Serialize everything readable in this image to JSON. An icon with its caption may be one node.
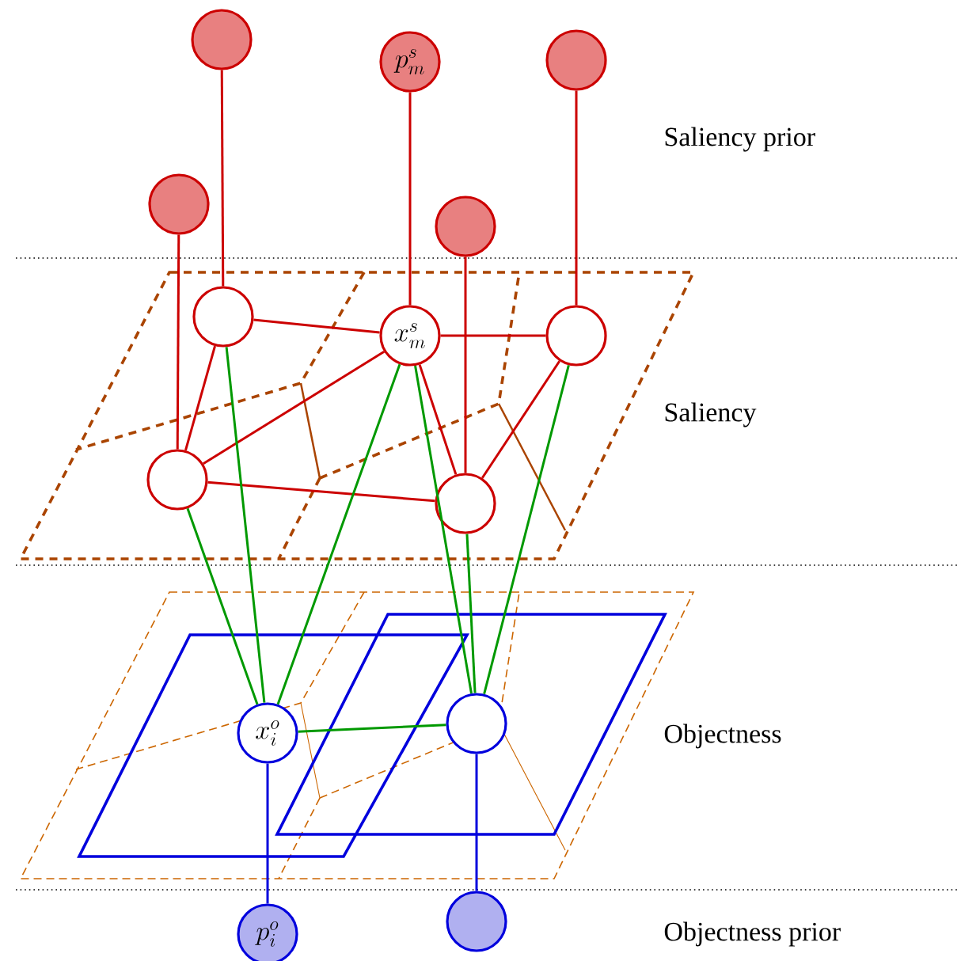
{
  "diagram": {
    "nodes": [
      {
        "text": [],
        "shape": "circle"
      },
      {
        "text": [
          "p_m^s"
        ]
      },
      {
        "text": [],
        "shape": "circle"
      },
      {
        "text": [],
        "shape": "circle"
      },
      {
        "text": [],
        "shape": "circle"
      },
      {
        "text": [],
        "shape": "circle"
      },
      {
        "text": [
          "x_m^s"
        ]
      },
      {
        "text": [],
        "shape": "circle"
      },
      {
        "text": [],
        "shape": "circle"
      },
      {
        "text": [],
        "shape": "circle"
      },
      {
        "text": [
          "x_i^o"
        ]
      },
      {
        "text": [],
        "shape": "circle"
      },
      {
        "text": [
          "p_i^o"
        ]
      },
      {
        "text": [],
        "shape": "circle"
      }
    ],
    "edges": [
      {
        "from": 0,
        "to": 5,
        "arrow": "none"
      },
      {
        "from": 1,
        "to": 6,
        "arrow": "none"
      },
      {
        "from": 2,
        "to": 7,
        "arrow": "none"
      },
      {
        "from": 3,
        "to": 8,
        "arrow": "none"
      },
      {
        "from": 4,
        "to": 9,
        "arrow": "none"
      },
      {
        "from": 5,
        "to": 6,
        "arrow": "none"
      },
      {
        "from": 6,
        "to": 7,
        "arrow": "none"
      },
      {
        "from": 5,
        "to": 8,
        "arrow": "none"
      },
      {
        "from": 6,
        "to": 8,
        "arrow": "none"
      },
      {
        "from": 6,
        "to": 9,
        "arrow": "none"
      },
      {
        "from": 7,
        "to": 9,
        "arrow": "none"
      },
      {
        "from": 8,
        "to": 9,
        "arrow": "none"
      },
      {
        "from": 5,
        "to": 10,
        "arrow": "none",
        "color": "#009900"
      },
      {
        "from": 8,
        "to": 10,
        "arrow": "none",
        "color": "#009900"
      },
      {
        "from": 6,
        "to": 10,
        "arrow": "none",
        "color": "#009900"
      },
      {
        "from": 6,
        "to": 11,
        "arrow": "none",
        "color": "#009900"
      },
      {
        "from": 9,
        "to": 11,
        "arrow": "none",
        "color": "#009900"
      },
      {
        "from": 7,
        "to": 11,
        "arrow": "none",
        "color": "#009900"
      },
      {
        "from": 10,
        "to": 11,
        "arrow": "none",
        "color": "#009900"
      },
      {
        "from": 10,
        "to": 12,
        "arrow": "none",
        "color": "#0000dd"
      },
      {
        "from": 11,
        "to": 13,
        "arrow": "none",
        "color": "#0000dd"
      }
    ],
    "labels": [
      "Saliency prior",
      "Saliency",
      "Objectness",
      "Objectness prior"
    ]
  }
}
